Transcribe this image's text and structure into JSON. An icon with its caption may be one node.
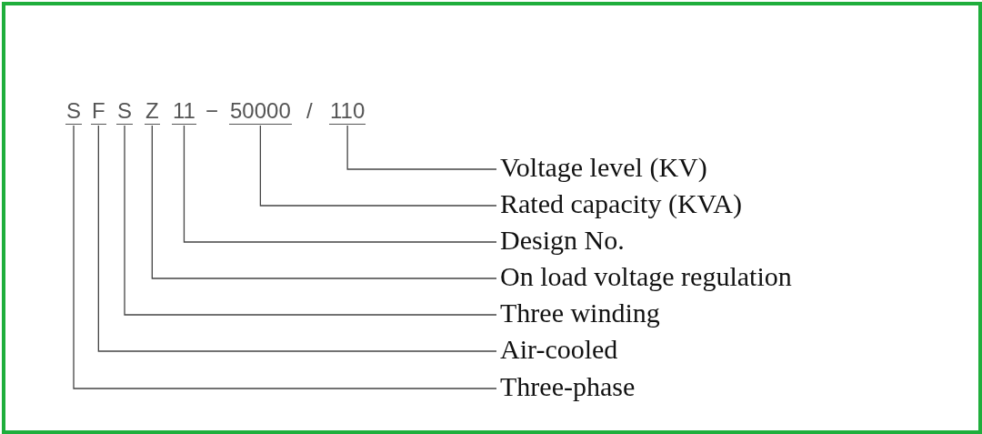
{
  "diagram": {
    "nodes": [
      {
        "text": [
          "S"
        ]
      },
      {
        "text": [
          "F"
        ]
      },
      {
        "text": [
          "S"
        ]
      },
      {
        "text": [
          "Z"
        ]
      },
      {
        "text": [
          "11"
        ]
      },
      {
        "text": [
          "50000"
        ]
      },
      {
        "text": [
          "110"
        ]
      },
      {
        "text": [
          "Voltage level (KV)"
        ]
      },
      {
        "text": [
          "Rated capacity (KVA)"
        ]
      },
      {
        "text": [
          "Design No."
        ]
      },
      {
        "text": [
          "On load voltage regulation"
        ]
      },
      {
        "text": [
          "Three winding"
        ]
      },
      {
        "text": [
          "Air-cooled"
        ]
      },
      {
        "text": [
          "Three-phase"
        ]
      }
    ],
    "edges": [
      {
        "from": 7,
        "to": 6,
        "arrow": "none"
      },
      {
        "from": 8,
        "to": 5,
        "arrow": "none"
      },
      {
        "from": 9,
        "to": 4,
        "arrow": "none"
      },
      {
        "from": 10,
        "to": 3,
        "arrow": "none"
      },
      {
        "from": 11,
        "to": 2,
        "arrow": "none"
      },
      {
        "from": 12,
        "to": 1,
        "arrow": "none"
      },
      {
        "from": 13,
        "to": 0,
        "arrow": "none"
      }
    ],
    "labels": [
      "−",
      "/"
    ]
  }
}
